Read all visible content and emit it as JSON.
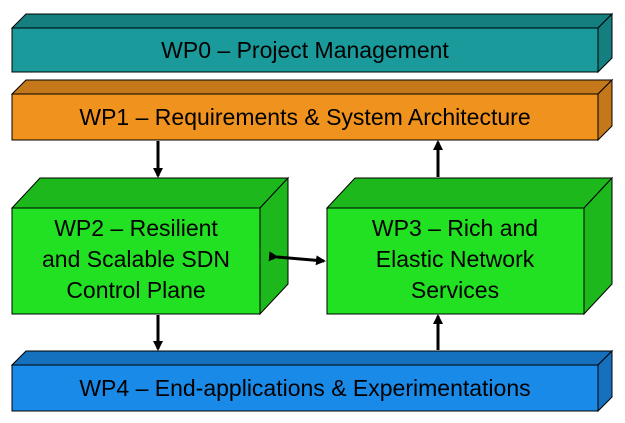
{
  "boxes": {
    "wp0": {
      "label": "WP0 – Project Management",
      "color": "#1a9a9a"
    },
    "wp1": {
      "label": "WP1 – Requirements & System Architecture",
      "color": "#f0921e"
    },
    "wp2": {
      "lines": [
        "WP2 – Resilient",
        "and Scalable SDN",
        "Control Plane"
      ],
      "color": "#22e022"
    },
    "wp3": {
      "lines": [
        "WP3 – Rich and",
        "Elastic Network",
        "Services"
      ],
      "color": "#22e022"
    },
    "wp4": {
      "label": "WP4 – End-applications & Experimentations",
      "color": "#1a8ae8"
    }
  },
  "arrows": [
    {
      "from": "wp1",
      "to": "wp2"
    },
    {
      "from": "wp3",
      "to": "wp1"
    },
    {
      "from": "wp2",
      "to": "wp3",
      "bidirectional": true
    },
    {
      "from": "wp2",
      "to": "wp4"
    },
    {
      "from": "wp4",
      "to": "wp3"
    }
  ]
}
